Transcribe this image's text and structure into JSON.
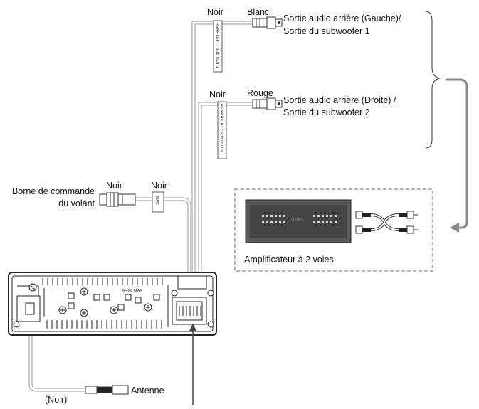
{
  "labels": {
    "rear_left": {
      "noir": "Noir",
      "color": "Blanc",
      "line1": "Sortie audio arrière (Gauche)/",
      "line2": "Sortie du subwoofer 1",
      "tag": "REAR LEFT / SUB OUT 1"
    },
    "rear_right": {
      "noir": "Noir",
      "color": "Rouge",
      "line1": "Sortie audio arrière (Droite) /",
      "line2": "Sortie du subwoofer 2",
      "tag": "REAR RIGHT / SUB OUT 2"
    },
    "swc": {
      "noir_plug": "Noir",
      "noir_tag": "Noir",
      "line1": "Borne de commande",
      "line2": "du volant",
      "tag": "SWC"
    },
    "amplifier": {
      "brand": "clarion",
      "caption": "Amplificateur à 2 voies"
    },
    "antenna": {
      "label": "Antenne",
      "noir": "(Noir)"
    },
    "head_unit": {
      "model": "M4X8 MAX"
    }
  },
  "colors": {
    "line": "#333333",
    "cable": "#9a9a9a",
    "arrow": "#8a8a8a",
    "dashed_box": "#8c8c8c",
    "amp_body": "#555555"
  }
}
